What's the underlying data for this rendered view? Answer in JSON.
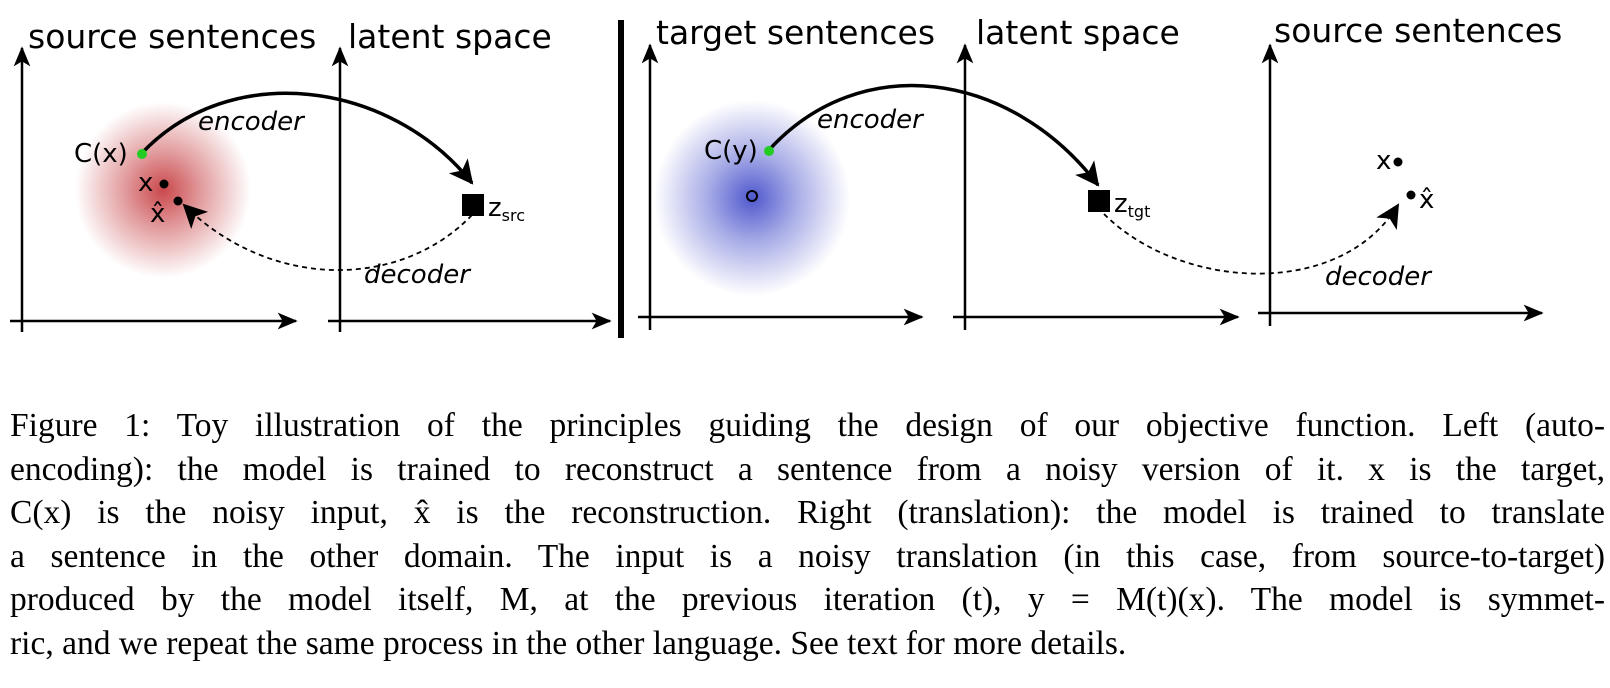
{
  "figure": {
    "left": {
      "source_axis_title": "source sentences",
      "latent_axis_title": "latent space",
      "encoder_label": "encoder",
      "decoder_label": "decoder",
      "noisy_input_label": "C(x)",
      "target_label": "x",
      "reconstruction_label": "x̂",
      "latent_code_symbol": "z",
      "latent_code_subscript": "src",
      "noise_color": "#c0282c"
    },
    "right": {
      "target_axis_title": "target sentences",
      "latent_axis_title": "latent space",
      "source_axis_title": "source sentences",
      "encoder_label": "encoder",
      "decoder_label": "decoder",
      "noisy_input_label": "C(y)",
      "target_label": "x",
      "reconstruction_label": "x̂",
      "latent_code_symbol": "z",
      "latent_code_subscript": "tgt",
      "noise_color": "#3c46c8"
    },
    "input_point_color": "#22cc22"
  },
  "caption": {
    "lines": [
      "Figure 1: Toy illustration of the principles guiding the design of our objective function. Left (auto-",
      "encoding): the model is trained to reconstruct a sentence from a noisy version of it. x is the target,",
      "C(x) is the noisy input, x̂ is the reconstruction. Right (translation): the model is trained to translate",
      "a sentence in the other domain. The input is a noisy translation (in this case, from source-to-target)",
      "produced by the model itself, M, at the previous iteration (t), y = M(t)(x). The model is symmet-",
      "ric, and we repeat the same process in the other language. See text for more details."
    ]
  }
}
